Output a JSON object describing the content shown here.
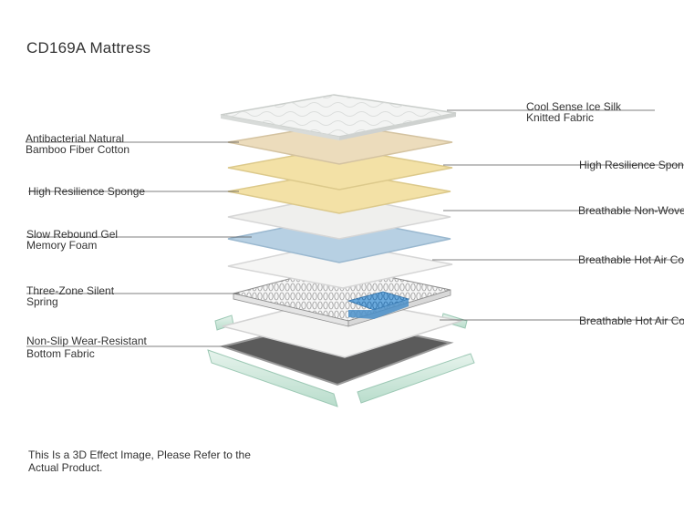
{
  "title": "CD169A Mattress",
  "left_labels": [
    {
      "line1": "Antibacterial Natural",
      "line2": "Bamboo Fiber Cotton"
    },
    {
      "line1": "High Resilience Sponge",
      "line2": ""
    },
    {
      "line1": "Slow Rebound Gel",
      "line2": "Memory Foam"
    },
    {
      "line1": "Three-Zone Silent",
      "line2": "Spring"
    },
    {
      "line1": "Non-Slip Wear-Resistant",
      "line2": "Bottom Fabric"
    }
  ],
  "right_labels": [
    {
      "line1": "Cool Sense Ice Silk",
      "line2": "Knitted Fabric"
    },
    {
      "line1": "High Resilience Spong",
      "line2": ""
    },
    {
      "line1": "Breathable Non-Wove",
      "line2": ""
    },
    {
      "line1": "Breathable Hot Air Co",
      "line2": ""
    },
    {
      "line1": "Breathable Hot Air Co",
      "line2": ""
    }
  ],
  "footnote": "This Is a 3D Effect Image, Please Refer to the Actual Product.",
  "colors": {
    "ice_silk": "#f3f4f3",
    "bamboo": "#ecdcbc",
    "sponge": "#f3e1a6",
    "nonwoven": "#efefed",
    "gel_memory": "#b7d0e3",
    "hot_air": "#f5f5f4",
    "spring_blue": "#5b9fd7",
    "bottom_fabric": "#5b5b5b",
    "frame_green": "#cfe8dc",
    "leader_line": "#555555"
  }
}
